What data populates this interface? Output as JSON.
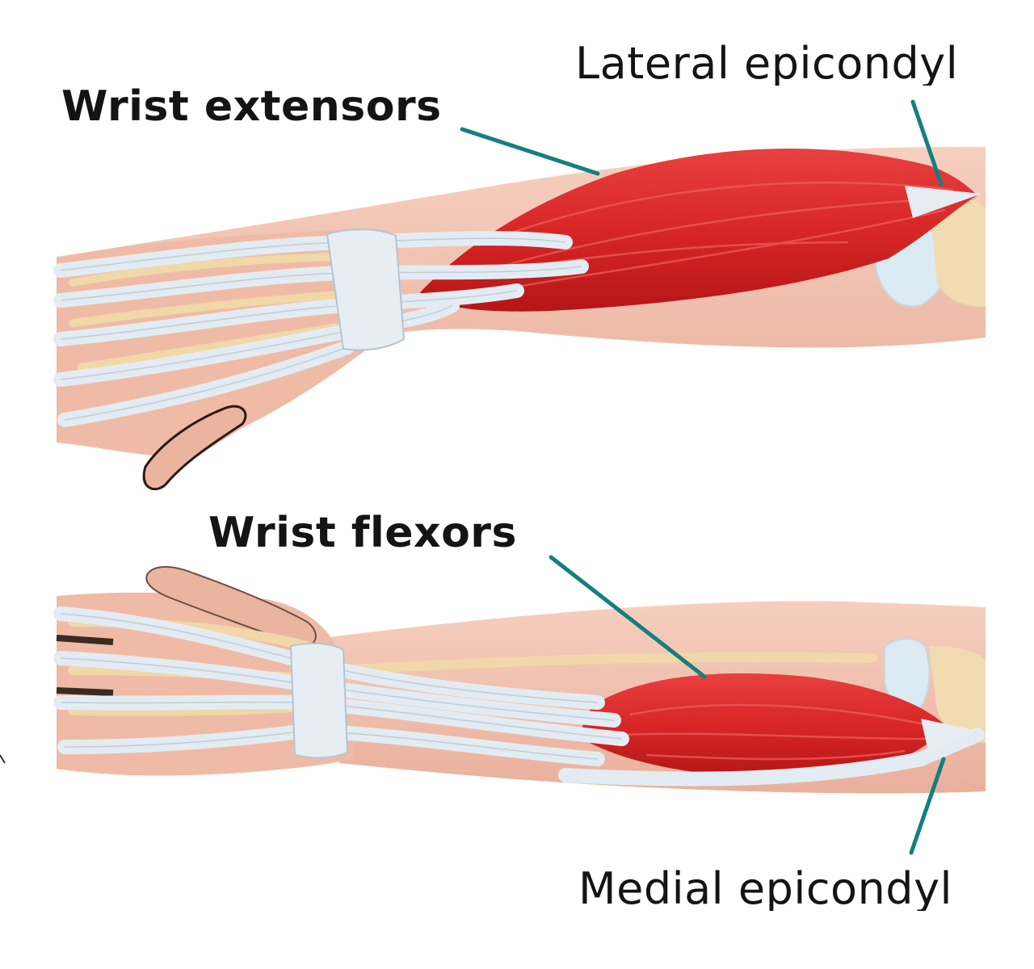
{
  "labels": {
    "wrist_extensors": "Wrist extensors",
    "lateral_epicondyle": "Lateral epicondyl",
    "wrist_flexors": "Wrist flexors",
    "medial_epicondyle": "Medial epicondyl"
  },
  "colors": {
    "skin": "#f2c2ae",
    "skin_shadow": "#e3a994",
    "bone": "#f3dfb6",
    "tendon": "#e4ecf3",
    "muscle": "#dc2a2a",
    "muscle_dark": "#b81818",
    "leader_line": "#147f7f",
    "text": "#141414"
  }
}
